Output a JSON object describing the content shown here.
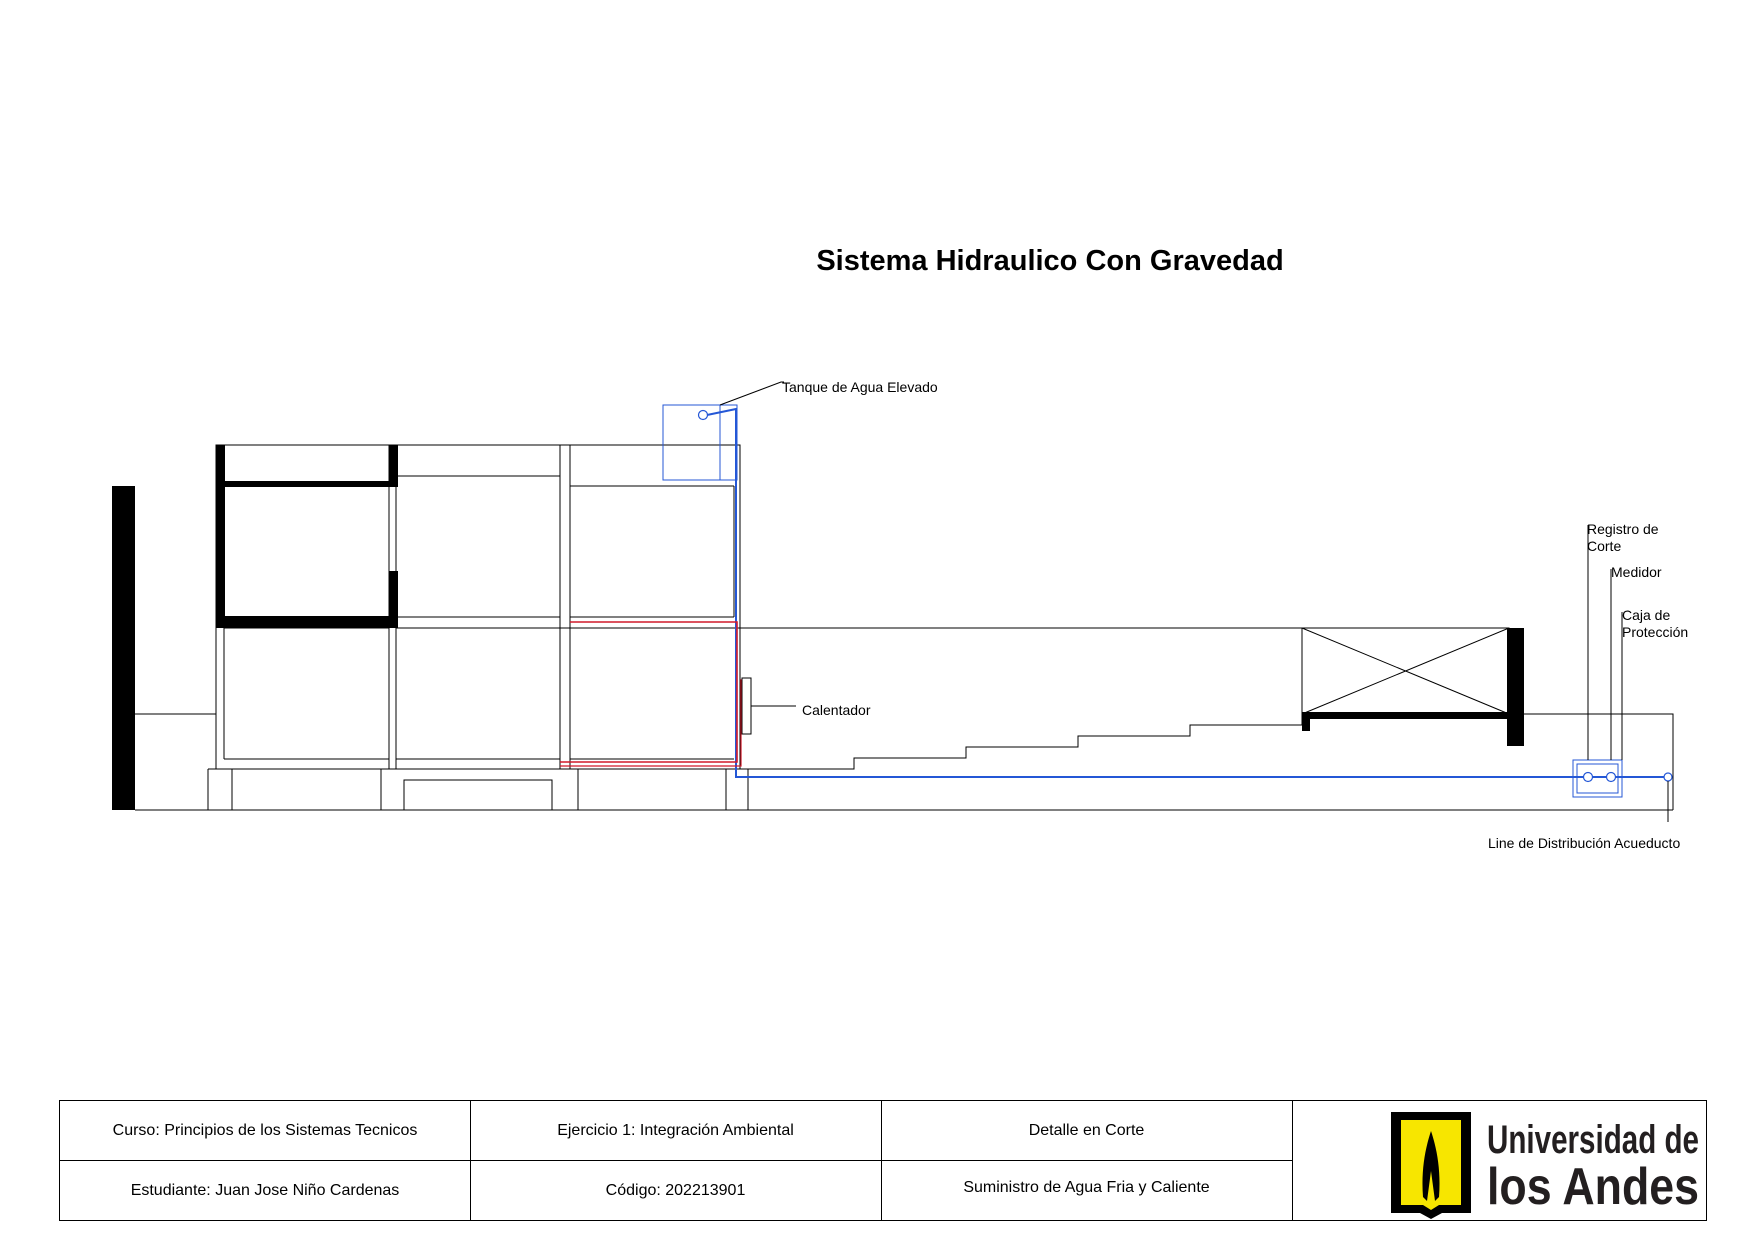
{
  "title": "Sistema Hidraulico Con Gravedad",
  "labels": {
    "tank": "Tanque de Agua Elevado",
    "heater": "Calentador",
    "registro": [
      "Registro de",
      "Corte"
    ],
    "medidor": "Medidor",
    "caja": [
      "Caja de",
      "Protección"
    ],
    "line": "Line de Distribución Acueducto"
  },
  "colors": {
    "cold_water": "#2457d6",
    "hot_water": "#d11a2a",
    "logo_yellow": "#f7e600"
  },
  "titleblock": {
    "curso": "Curso: Principios de los Sistemas Tecnicos",
    "ejercicio": "Ejercicio 1: Integración Ambiental",
    "detalle": "Detalle en Corte",
    "estudiante": "Estudiante: Juan Jose Niño Cardenas",
    "codigo": "Código: 202213901",
    "suministro": "Suministro de Agua Fria y Caliente",
    "logo_line1": "Universidad de",
    "logo_line2": "los Andes"
  }
}
